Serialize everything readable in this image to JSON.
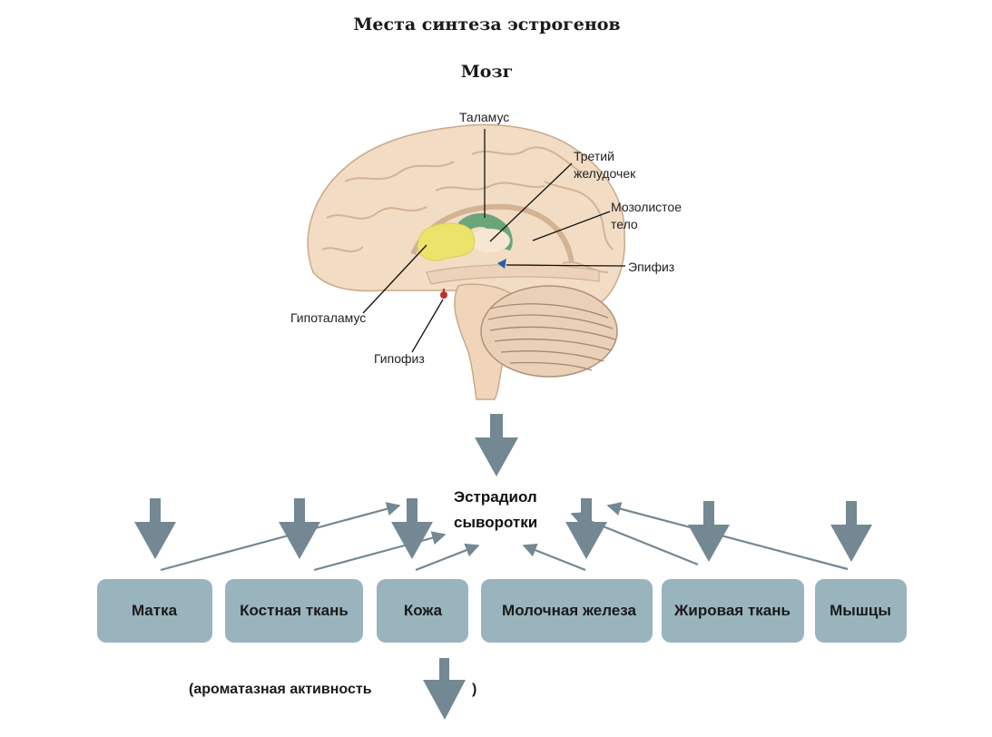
{
  "title": "Места синтеза эстрогенов",
  "subtitle": "Мозг",
  "brain": {
    "labels": {
      "thalamus": "Таламус",
      "third_ventricle_1": "Третий",
      "third_ventricle_2": "желудочек",
      "corpus_callosum_1": "Мозолистое",
      "corpus_callosum_2": "тело",
      "pineal": "Эпифиз",
      "hypothalamus": "Гипоталамус",
      "pituitary": "Гипофиз"
    },
    "colors": {
      "tissue": "#f3dcc4",
      "tissue_shade": "#d9b99a",
      "hypothalamus": "#ece36a",
      "thalamus": "#6ba57a",
      "pineal": "#2a5fa8",
      "pituitary": "#c0302a"
    }
  },
  "center": {
    "line1": "Эстрадиол",
    "line2": "сыворотки"
  },
  "tissues": [
    {
      "label": "Матка"
    },
    {
      "label": "Костная ткань"
    },
    {
      "label": "Кожа"
    },
    {
      "label": "Молочная железа"
    },
    {
      "label": "Жировая ткань"
    },
    {
      "label": "Мышцы"
    }
  ],
  "footer": {
    "text": "(ароматазная активность",
    "close_paren": ")",
    "arrow_direction": "down"
  },
  "colors": {
    "arrow": "#738892",
    "box": "#9ab4be"
  }
}
